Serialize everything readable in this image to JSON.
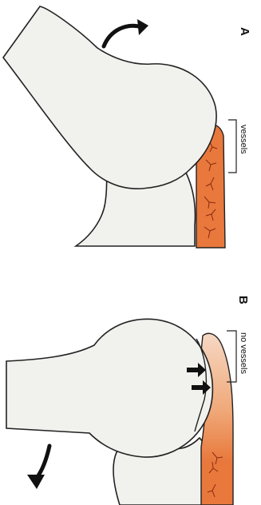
{
  "panels": [
    {
      "letter": "A",
      "bracket_label": "vessels"
    },
    {
      "letter": "B",
      "bracket_label": "no vessels"
    }
  ],
  "colors": {
    "bone_fill": "#f1f1ee",
    "bone_stroke": "#222222",
    "vessel_fill": "#e8783c",
    "vessel_veins": "#8a2a10",
    "vessel_fade": "#f6d8c4"
  },
  "icons": [
    "curved-arrow-icon",
    "compression-arrow-icon"
  ]
}
